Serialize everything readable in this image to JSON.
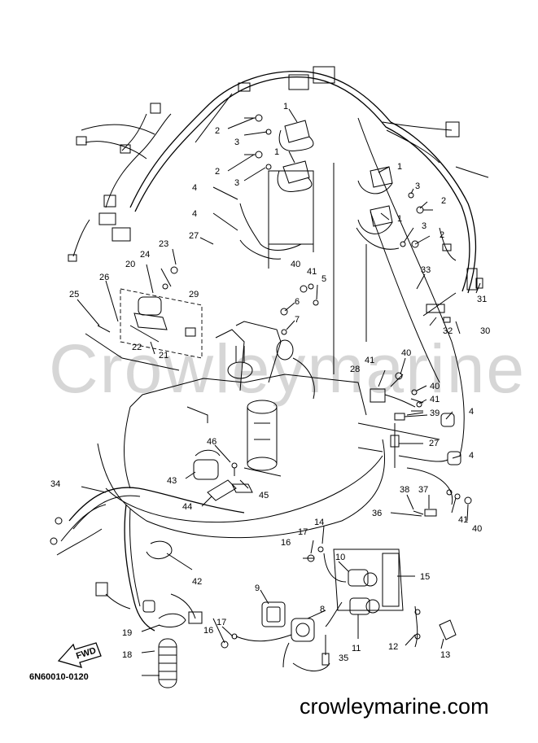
{
  "watermark": "Crowleymarine",
  "part_code": "6N60010-0120",
  "site_name": "crowleymarine.com",
  "fwd_label": "FWD",
  "callouts": [
    {
      "id": "c1a",
      "text": "1"
    },
    {
      "id": "c1b",
      "text": "1"
    },
    {
      "id": "c1c",
      "text": "1"
    },
    {
      "id": "c1d",
      "text": "1"
    },
    {
      "id": "c2a",
      "text": "2"
    },
    {
      "id": "c2b",
      "text": "2"
    },
    {
      "id": "c2c",
      "text": "2"
    },
    {
      "id": "c2d",
      "text": "2"
    },
    {
      "id": "c3a",
      "text": "3"
    },
    {
      "id": "c3b",
      "text": "3"
    },
    {
      "id": "c3c",
      "text": "3"
    },
    {
      "id": "c3d",
      "text": "3"
    },
    {
      "id": "c4a",
      "text": "4"
    },
    {
      "id": "c4b",
      "text": "4"
    },
    {
      "id": "c4c",
      "text": "4"
    },
    {
      "id": "c4d",
      "text": "4"
    },
    {
      "id": "c5",
      "text": "5"
    },
    {
      "id": "c6",
      "text": "6"
    },
    {
      "id": "c7",
      "text": "7"
    },
    {
      "id": "c8",
      "text": "8"
    },
    {
      "id": "c9",
      "text": "9"
    },
    {
      "id": "c10",
      "text": "10"
    },
    {
      "id": "c11",
      "text": "11"
    },
    {
      "id": "c12",
      "text": "12"
    },
    {
      "id": "c13",
      "text": "13"
    },
    {
      "id": "c14",
      "text": "14"
    },
    {
      "id": "c15",
      "text": "15"
    },
    {
      "id": "c16a",
      "text": "16"
    },
    {
      "id": "c16b",
      "text": "16"
    },
    {
      "id": "c17a",
      "text": "17"
    },
    {
      "id": "c17b",
      "text": "17"
    },
    {
      "id": "c18",
      "text": "18"
    },
    {
      "id": "c19",
      "text": "19"
    },
    {
      "id": "c20",
      "text": "20"
    },
    {
      "id": "c21",
      "text": "21"
    },
    {
      "id": "c22",
      "text": "22"
    },
    {
      "id": "c23",
      "text": "23"
    },
    {
      "id": "c24",
      "text": "24"
    },
    {
      "id": "c25",
      "text": "25"
    },
    {
      "id": "c26",
      "text": "26"
    },
    {
      "id": "c27a",
      "text": "27"
    },
    {
      "id": "c27b",
      "text": "27"
    },
    {
      "id": "c28",
      "text": "28"
    },
    {
      "id": "c29",
      "text": "29"
    },
    {
      "id": "c30",
      "text": "30"
    },
    {
      "id": "c31",
      "text": "31"
    },
    {
      "id": "c32",
      "text": "32"
    },
    {
      "id": "c33",
      "text": "33"
    },
    {
      "id": "c34",
      "text": "34"
    },
    {
      "id": "c35",
      "text": "35"
    },
    {
      "id": "c36",
      "text": "36"
    },
    {
      "id": "c37",
      "text": "37"
    },
    {
      "id": "c38",
      "text": "38"
    },
    {
      "id": "c39",
      "text": "39"
    },
    {
      "id": "c40a",
      "text": "40"
    },
    {
      "id": "c40b",
      "text": "40"
    },
    {
      "id": "c40c",
      "text": "40"
    },
    {
      "id": "c40d",
      "text": "40"
    },
    {
      "id": "c41a",
      "text": "41"
    },
    {
      "id": "c41b",
      "text": "41"
    },
    {
      "id": "c41c",
      "text": "41"
    },
    {
      "id": "c41d",
      "text": "41"
    },
    {
      "id": "c42",
      "text": "42"
    },
    {
      "id": "c43",
      "text": "43"
    },
    {
      "id": "c44",
      "text": "44"
    },
    {
      "id": "c45",
      "text": "45"
    },
    {
      "id": "c46",
      "text": "46"
    }
  ]
}
